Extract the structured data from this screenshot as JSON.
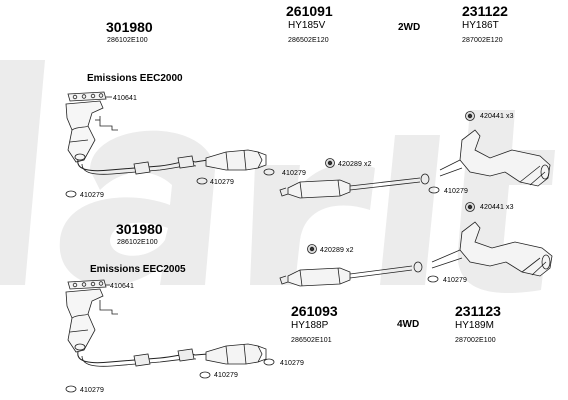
{
  "header": {
    "left_code": "301980",
    "left_ref": "286102E100",
    "mid_code": "261091",
    "mid_model": "HY185V",
    "mid_ref": "286502E120",
    "drive_top": "2WD",
    "right_code": "231122",
    "right_model": "HY186T",
    "right_ref": "287002E120"
  },
  "section_top": {
    "title": "Emissions EEC2000",
    "gasket": "410641",
    "clamp_front": "410279",
    "clamp_rear": "410279",
    "clamp_mid": "410279",
    "mounts_mid": "420289 x2",
    "mounts_rear": "420441 x3",
    "clamp_rear_box": "410279"
  },
  "middle": {
    "code": "301980",
    "ref": "286102E100"
  },
  "section_bottom": {
    "title": "Emissions EEC2005",
    "gasket": "410641",
    "clamp_front": "410279",
    "clamp_rear": "410279",
    "clamp_mid": "410279",
    "mounts_mid": "420289 x2",
    "mounts_rear": "420441 x3",
    "clamp_rear_box": "410279"
  },
  "footer": {
    "mid_code": "261093",
    "mid_model": "HY188P",
    "mid_ref": "286502E101",
    "drive_bottom": "4WD",
    "right_code": "231123",
    "right_model": "HY189M",
    "right_ref": "287002E100"
  }
}
